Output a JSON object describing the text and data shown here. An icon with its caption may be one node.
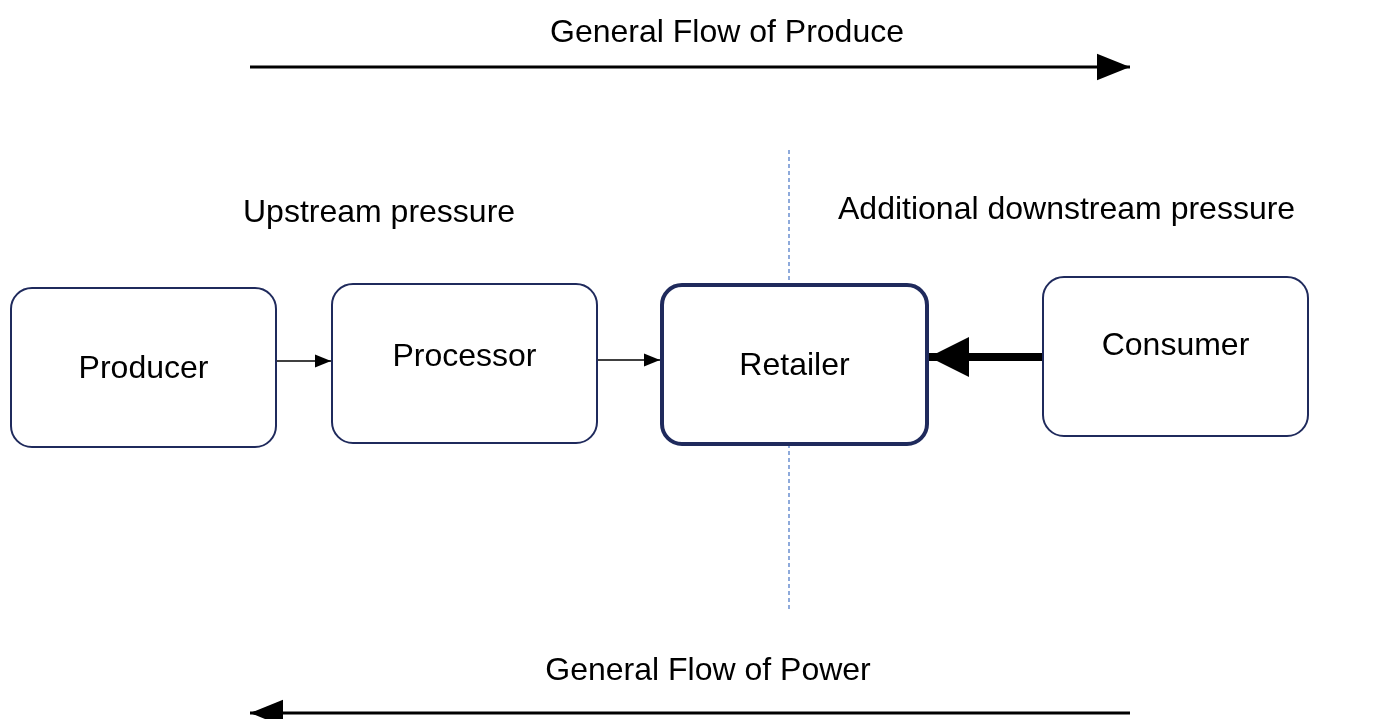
{
  "diagram": {
    "nodes": [
      {
        "text": [
          "Producer"
        ]
      },
      {
        "text": [
          "Processor"
        ]
      },
      {
        "text": [
          "Retailer"
        ]
      },
      {
        "text": [
          "Consumer"
        ]
      }
    ],
    "edges": [
      {
        "from": 0,
        "to": 1,
        "arrow": "to"
      },
      {
        "from": 1,
        "to": 2,
        "arrow": "to"
      },
      {
        "from": 3,
        "to": 2,
        "arrow": "to",
        "style": "thick"
      }
    ],
    "labels": [
      "General Flow of Produce",
      "Upstream pressure",
      "Additional downstream pressure",
      "General Flow of Power"
    ]
  }
}
